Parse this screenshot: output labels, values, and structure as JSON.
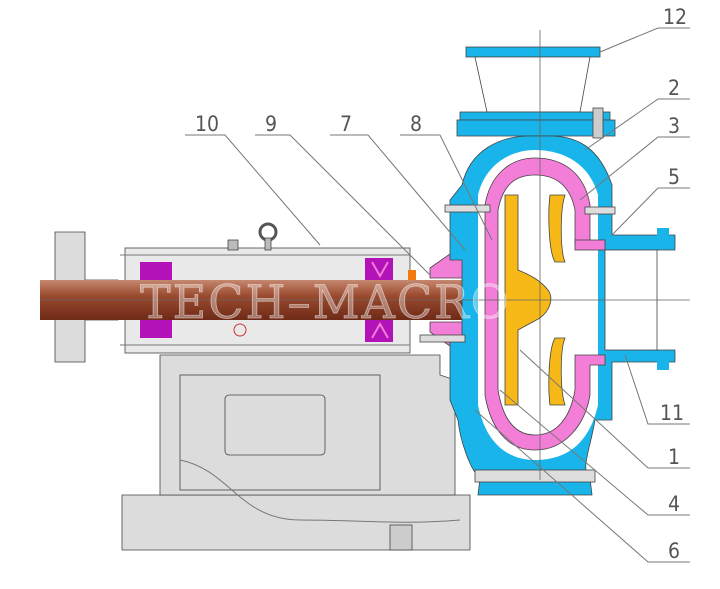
{
  "title": "Slurry pump sectional drawing",
  "watermark": "TECH-MACRO",
  "colors": {
    "casing": "#19b4ea",
    "liner": "#f27ed8",
    "impeller": "#f7b917",
    "shaft": "#8a3a22",
    "bearing": "#b312b8",
    "frame": "#dcdcdc",
    "seal": "#f07a10"
  },
  "part_labels": [
    {
      "id": "12",
      "text": "12"
    },
    {
      "id": "2",
      "text": "2"
    },
    {
      "id": "3",
      "text": "3"
    },
    {
      "id": "5",
      "text": "5"
    },
    {
      "id": "11",
      "text": "11"
    },
    {
      "id": "1",
      "text": "1"
    },
    {
      "id": "4",
      "text": "4"
    },
    {
      "id": "6",
      "text": "6"
    },
    {
      "id": "10",
      "text": "10"
    },
    {
      "id": "9",
      "text": "9"
    },
    {
      "id": "7",
      "text": "7"
    },
    {
      "id": "8",
      "text": "8"
    }
  ]
}
